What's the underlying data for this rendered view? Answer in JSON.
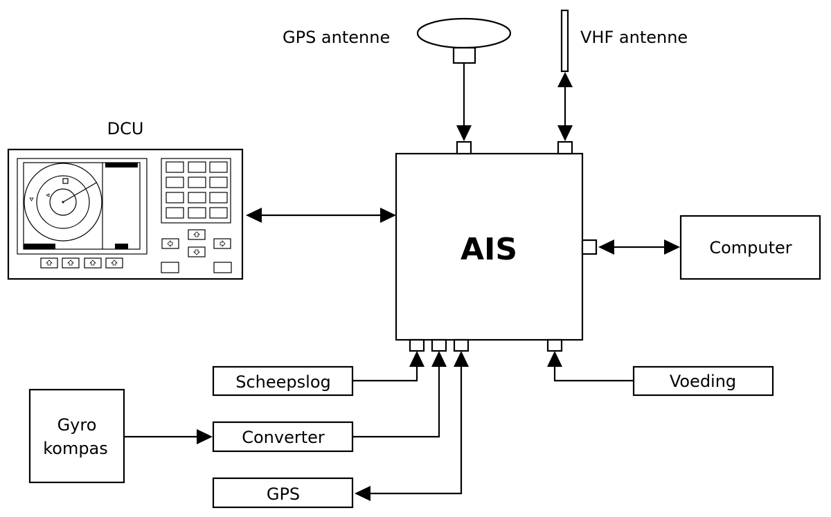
{
  "diagram": {
    "central_unit": "AIS",
    "gps_antenna": "GPS antenne",
    "vhf_antenna": "VHF antenne",
    "dcu": "DCU",
    "computer": "Computer",
    "scheepslog": "Scheepslog",
    "converter": "Converter",
    "gps": "GPS",
    "voeding": "Voeding",
    "gyro_line1": "Gyro",
    "gyro_line2": "kompas"
  }
}
